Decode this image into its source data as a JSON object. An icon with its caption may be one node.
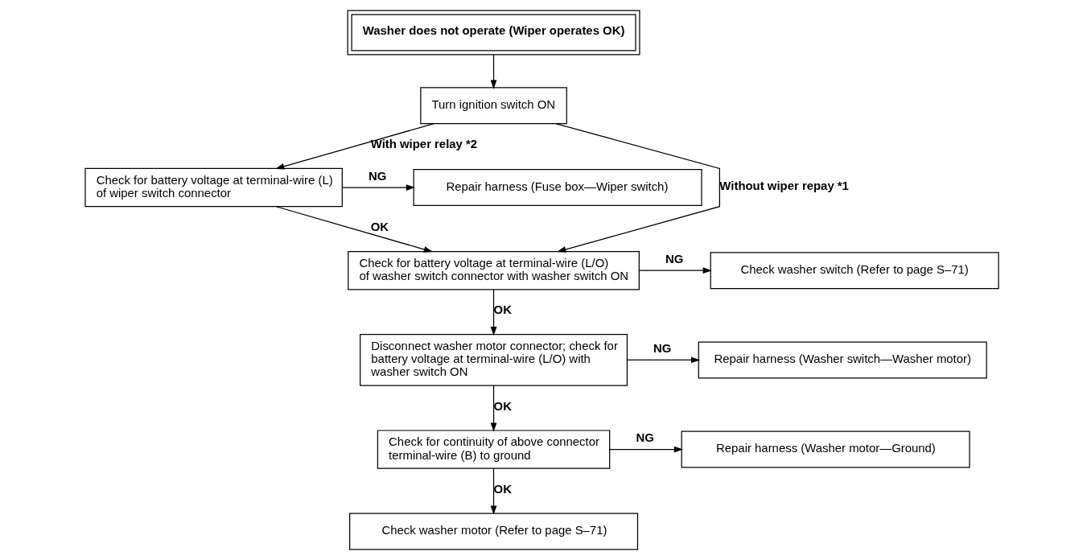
{
  "diagram": {
    "nodes": [
      {
        "text": [
          "Washer does not operate (Wiper operates OK)"
        ]
      },
      {
        "text": [
          "Turn ignition switch ON"
        ]
      },
      {
        "text": [
          "Check for battery voltage at terminal-wire (L) of wiper switch connector"
        ]
      },
      {
        "text": [
          "Repair harness (Fuse box—Wiper switch)"
        ]
      },
      {
        "text": [
          "Check for battery voltage at terminal-wire (L/O) of washer switch connector with washer switch ON"
        ]
      },
      {
        "text": [
          "Check washer switch (Refer to page S–71)"
        ]
      },
      {
        "text": [
          "Disconnect washer motor connector; check for battery voltage at terminal-wire (L/O) with washer switch ON"
        ]
      },
      {
        "text": [
          "Repair harness (Washer switch—Washer motor)"
        ]
      },
      {
        "text": [
          "Check for continuity of above connector terminal-wire (B) to ground"
        ]
      },
      {
        "text": [
          "Repair harness (Washer motor—Ground)"
        ]
      },
      {
        "text": [
          "Check washer motor (Refer to page S–71)"
        ]
      }
    ],
    "edges": [
      {
        "from": 0,
        "to": 1,
        "arrow": "to"
      },
      {
        "from": 1,
        "to": 4,
        "arrow": "to",
        "label": "Without wiper repay *1"
      },
      {
        "from": 1,
        "to": 2,
        "arrow": "to",
        "label": "With wiper relay *2"
      },
      {
        "from": 2,
        "to": 3,
        "arrow": "to",
        "label": "NG"
      },
      {
        "from": 2,
        "to": 4,
        "arrow": "to",
        "label": "OK"
      },
      {
        "from": 4,
        "to": 5,
        "arrow": "to",
        "label": "NG"
      },
      {
        "from": 4,
        "to": 6,
        "arrow": "to",
        "label": "OK"
      },
      {
        "from": 6,
        "to": 7,
        "arrow": "to",
        "label": "NG"
      },
      {
        "from": 6,
        "to": 8,
        "arrow": "to",
        "label": "OK"
      },
      {
        "from": 8,
        "to": 9,
        "arrow": "to",
        "label": "NG"
      },
      {
        "from": 8,
        "to": 10,
        "arrow": "to",
        "label": "OK"
      }
    ]
  }
}
